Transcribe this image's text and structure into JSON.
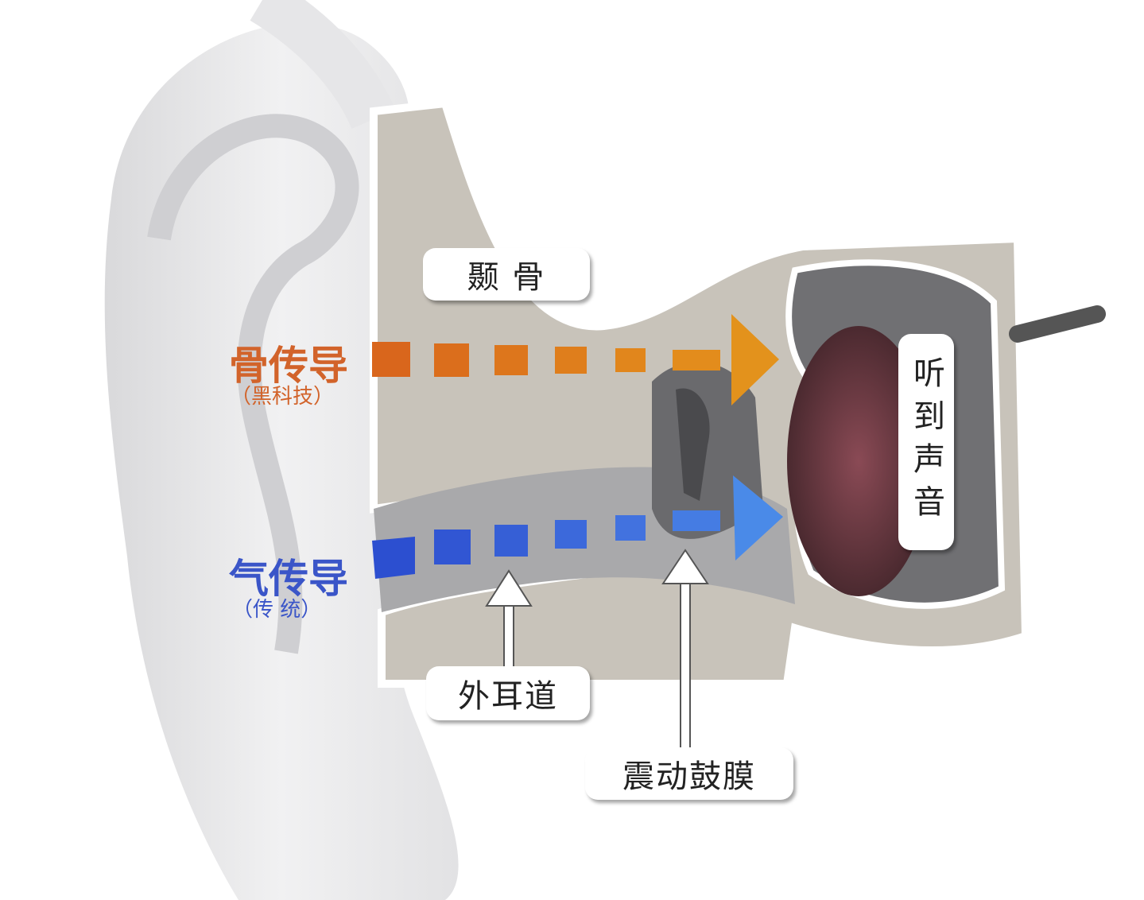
{
  "labels": {
    "temporal_bone": "颞 骨",
    "bone_conduction": "骨传导",
    "bone_conduction_note": "（黑科技）",
    "air_conduction": "气传导",
    "air_conduction_note": "（传 统）",
    "ear_canal": "外耳道",
    "eardrum": "震动鼓膜",
    "hear_sound": "听到声音"
  },
  "colors": {
    "bone_arrow": "#d9661c",
    "bone_arrow_head": "#e3921c",
    "air_arrow": "#2c4fd0",
    "air_arrow_head": "#4a8ae8",
    "bone_tissue": "#c8c3ba"
  }
}
